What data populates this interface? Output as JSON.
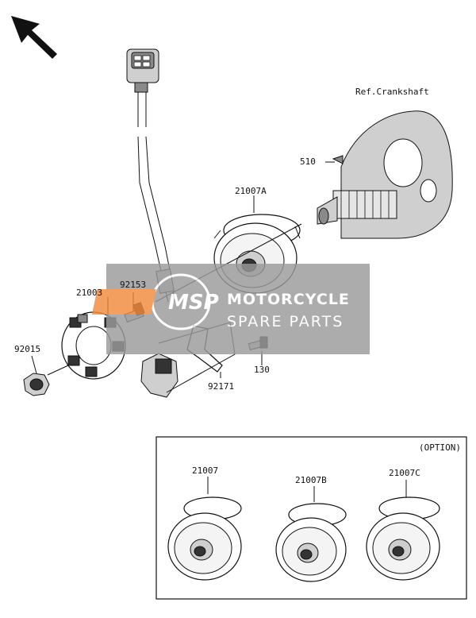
{
  "diagram": {
    "ref_label": "Ref.Crankshaft",
    "option_label": "(OPTION)",
    "part_labels": {
      "p510": "510",
      "p21007A": "21007A",
      "p92153": "92153",
      "p21003": "21003",
      "p92015": "92015",
      "p130": "130",
      "p92171": "92171",
      "p21007": "21007",
      "p21007B": "21007B",
      "p21007C": "21007C"
    }
  },
  "watermark": {
    "logo_text": "MSP",
    "line1": "MOTORCYCLE",
    "line2": "SPARE PARTS"
  },
  "colors": {
    "watermark_bg": "#9a9a9a",
    "logo_orange": "#f08a3c",
    "line": "#111111"
  }
}
